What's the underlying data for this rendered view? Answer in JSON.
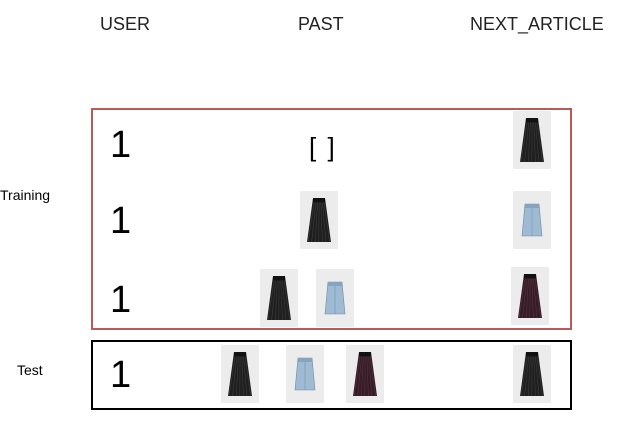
{
  "headers": {
    "user": "USER",
    "past": "PAST",
    "next": "NEXT_ARTICLE"
  },
  "sections": {
    "training": "Training",
    "test": "Test"
  },
  "rows": [
    {
      "user": "1",
      "past_label": "[ ]",
      "past": [],
      "next": "black-pleated-skirt"
    },
    {
      "user": "1",
      "past": [
        "black-pleated-skirt"
      ],
      "next": "denim-skirt"
    },
    {
      "user": "1",
      "past": [
        "black-pleated-skirt",
        "denim-skirt"
      ],
      "next": "burgundy-pleated-skirt"
    },
    {
      "user": "1",
      "past": [
        "black-pleated-skirt",
        "denim-skirt",
        "burgundy-pleated-skirt"
      ],
      "next": "black-pleated-skirt"
    }
  ],
  "colors": {
    "training_border": "#b85a5a",
    "test_border": "#000000",
    "black_skirt": "#1f1f1f",
    "denim_skirt": "#9fbad3",
    "burgundy_skirt": "#3a1a26"
  }
}
